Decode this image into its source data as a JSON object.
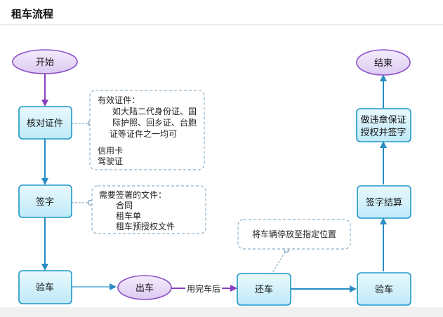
{
  "page": {
    "title": "租车流程"
  },
  "colors": {
    "ellipse_fill": "#e8d8f6",
    "ellipse_stroke": "#8a4fc8",
    "box_fill": "#d4f1fb",
    "box_stroke": "#1e97c8",
    "arrow_purple": "#8a3fc0",
    "arrow_blue": "#2a8cc2",
    "note_border": "#8fb0c8"
  },
  "nodes": {
    "start": "开始",
    "verify_id": "核对证件",
    "sign": "签字",
    "inspect_car": "验车",
    "depart": "出车",
    "return_car": "还车",
    "inspect_return": "验车",
    "sign_settle": "签字结算",
    "authorize": [
      "做违章保证",
      "授权并签字"
    ],
    "end": "结束"
  },
  "edges": {
    "after_use": "用完车后"
  },
  "notes": {
    "valid_docs": [
      "有效证件：",
      "如大陆二代身份证、国",
      "际护照、回乡证、台胞",
      "证等证件之一均可",
      "信用卡",
      "驾驶证"
    ],
    "sign_docs": [
      "需要签署的文件：",
      "合同",
      "租车单",
      "租车预授权文件"
    ],
    "park": "将车辆停放至指定位置"
  }
}
